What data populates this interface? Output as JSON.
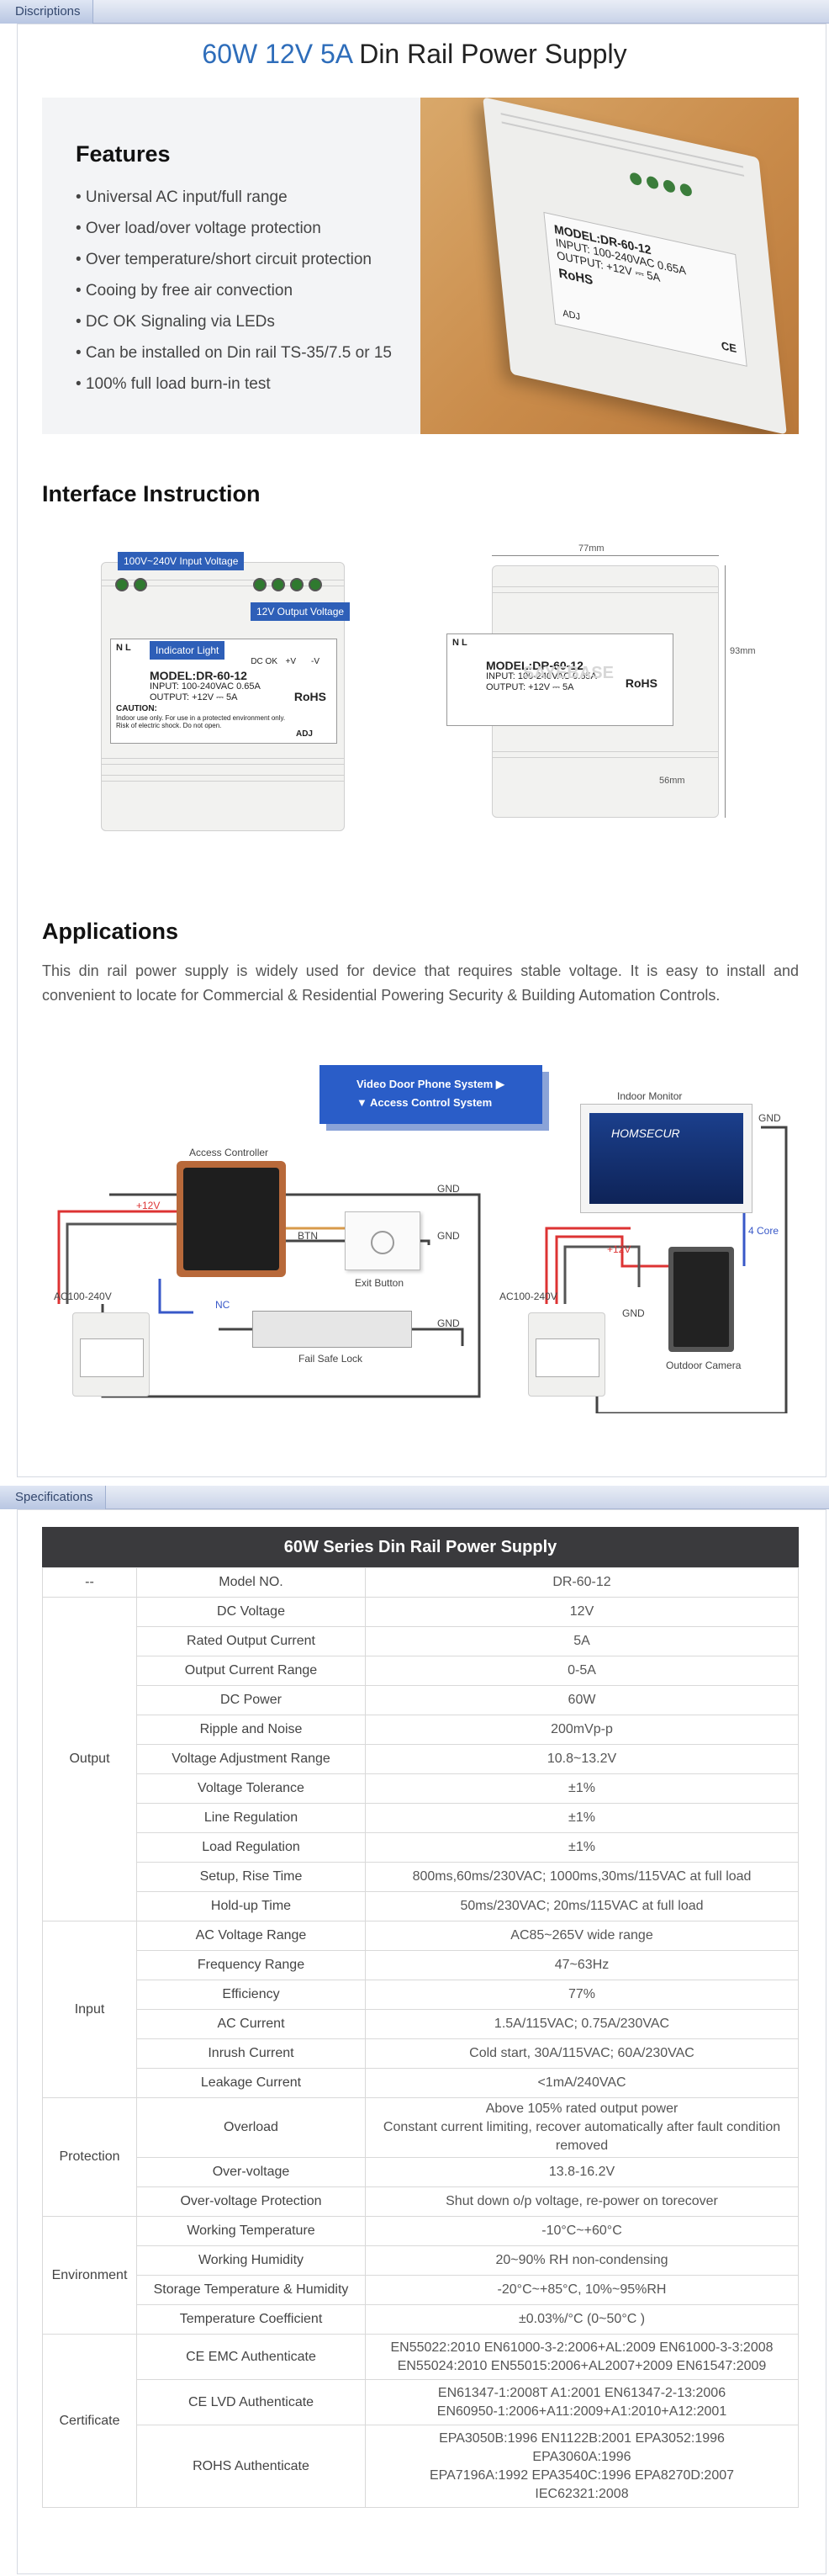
{
  "sections": {
    "descriptions_tab": "Discriptions",
    "specifications_tab": "Specifications"
  },
  "hero": {
    "title_highlight": "60W 12V 5A",
    "title_rest": "Din Rail Power Supply"
  },
  "features": {
    "heading": "Features",
    "items": [
      "• Universal AC input/full range",
      "• Over load/over voltage protection",
      "• Over temperature/short circuit protection",
      "• Cooing by free air convection",
      "• DC OK Signaling via LEDs",
      "• Can be installed on Din rail TS-35/7.5 or 15",
      "• 100% full load burn-in test"
    ]
  },
  "product_label": {
    "n_l": "N L",
    "dc_ok": "DC OK",
    "plus_v": "+V",
    "minus_v": "-V",
    "model": "MODEL:DR-60-12",
    "input": "INPUT:   100-240VAC  0.65A",
    "output": "OUTPUT:    +12V   ⎓   5A",
    "rohs": "RoHS",
    "caution_title": "CAUTION:",
    "caution_1": "Indoor use only. For use in a protected environment only.",
    "caution_2": "Risk of electric shock. Do not open.",
    "adj": "ADJ",
    "ce": "CE",
    "watermark": "SAYEBASE"
  },
  "interface": {
    "heading": "Interface Instruction",
    "callout_input": "100V~240V Input Voltage",
    "callout_output": "12V Output Voltage",
    "callout_indicator": "Indicator Light",
    "dim_width": "77mm",
    "dim_height": "93mm",
    "dim_depth": "56mm"
  },
  "applications": {
    "heading": "Applications",
    "text": "This din rail power supply is widely used for device that requires stable voltage. It is easy to install and convenient to locate for Commercial & Residential Powering Security & Building Automation Controls.",
    "ribbon_1": "Video Door Phone System ▶",
    "ribbon_2": "▼ Access Control System",
    "access_controller": "Access Controller",
    "exit_button": "Exit Button",
    "fail_safe_lock": "Fail Safe Lock",
    "indoor_monitor": "Indoor Monitor",
    "monitor_brand": "HOMSECUR",
    "outdoor_camera": "Outdoor Camera",
    "ac_left": "AC100-240V",
    "ac_right": "AC100-240V",
    "plus12_left": "+12V",
    "plus12_right": "+12V",
    "gnd_1": "GND",
    "gnd_2": "GND",
    "gnd_3": "GND",
    "gnd_4": "GND",
    "gnd_5": "GND",
    "btn": "BTN",
    "nc": "NC",
    "four_core": "4 Core"
  },
  "spec": {
    "title": "60W Series Din Rail Power Supply",
    "groups": [
      {
        "group": "--",
        "rows": [
          [
            "Model NO.",
            "DR-60-12"
          ]
        ]
      },
      {
        "group": "Output",
        "rows": [
          [
            "DC Voltage",
            "12V"
          ],
          [
            "Rated Output Current",
            "5A"
          ],
          [
            "Output Current Range",
            "0-5A"
          ],
          [
            "DC Power",
            "60W"
          ],
          [
            "Ripple and Noise",
            "200mVp-p"
          ],
          [
            "Voltage Adjustment Range",
            "10.8~13.2V"
          ],
          [
            "Voltage Tolerance",
            "±1%"
          ],
          [
            "Line Regulation",
            "±1%"
          ],
          [
            "Load Regulation",
            "±1%"
          ],
          [
            "Setup, Rise Time",
            "800ms,60ms/230VAC; 1000ms,30ms/115VAC at full load"
          ],
          [
            "Hold-up Time",
            "50ms/230VAC; 20ms/115VAC at full load"
          ]
        ]
      },
      {
        "group": "Input",
        "rows": [
          [
            "AC Voltage Range",
            "AC85~265V wide range"
          ],
          [
            "Frequency Range",
            "47~63Hz"
          ],
          [
            "Efficiency",
            "77%"
          ],
          [
            "AC Current",
            "1.5A/115VAC; 0.75A/230VAC"
          ],
          [
            "Inrush Current",
            "Cold start, 30A/115VAC; 60A/230VAC"
          ],
          [
            "Leakage Current",
            "<1mA/240VAC"
          ]
        ]
      },
      {
        "group": "Protection",
        "rows": [
          [
            "Overload",
            "Above 105% rated output power\nConstant current limiting, recover automatically after fault condition removed"
          ],
          [
            "Over-voltage",
            "13.8-16.2V"
          ],
          [
            "Over-voltage Protection",
            "Shut down o/p voltage, re-power on torecover"
          ]
        ]
      },
      {
        "group": "Environment",
        "rows": [
          [
            "Working Temperature",
            "-10°C~+60°C"
          ],
          [
            "Working Humidity",
            "20~90% RH non-condensing"
          ],
          [
            "Storage Temperature & Humidity",
            "-20°C~+85°C, 10%~95%RH"
          ],
          [
            "Temperature Coefficient",
            "±0.03%/°C (0~50°C )"
          ]
        ]
      },
      {
        "group": "Certificate",
        "rows": [
          [
            "CE EMC Authenticate",
            "EN55022:2010 EN61000-3-2:2006+AL:2009 EN61000-3-3:2008\nEN55024:2010 EN55015:2006+AL2007+2009 EN61547:2009"
          ],
          [
            "CE LVD Authenticate",
            "EN61347-1:2008T A1:2001 EN61347-2-13:2006\nEN60950-1:2006+A11:2009+A1:2010+A12:2001"
          ],
          [
            "ROHS Authenticate",
            "EPA3050B:1996 EN1122B:2001 EPA3052:1996\nEPA3060A:1996\nEPA7196A:1992 EPA3540C:1996 EPA8270D:2007\nIEC62321:2008"
          ]
        ]
      }
    ]
  }
}
